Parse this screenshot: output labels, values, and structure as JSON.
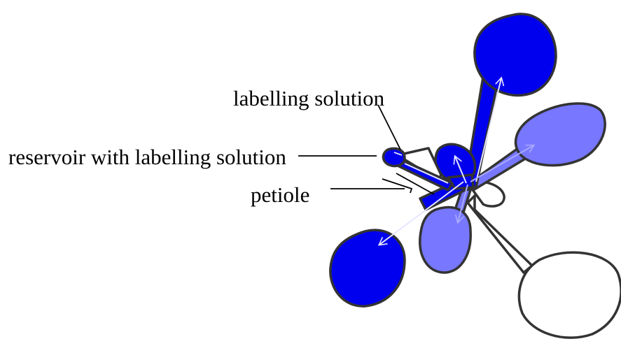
{
  "labels": {
    "labelling_solution": "labelling solution",
    "reservoir": "reservoir with labelling solution",
    "petiole": "petiole"
  },
  "colors": {
    "leaf_dark": "#0000ee",
    "leaf_light": "#7777ff",
    "leaf_empty": "#ffffff",
    "outline": "#333333",
    "arrow_light": "#e6e6ff",
    "arrow_pale": "#a9a9ff",
    "leader": "#000000"
  }
}
